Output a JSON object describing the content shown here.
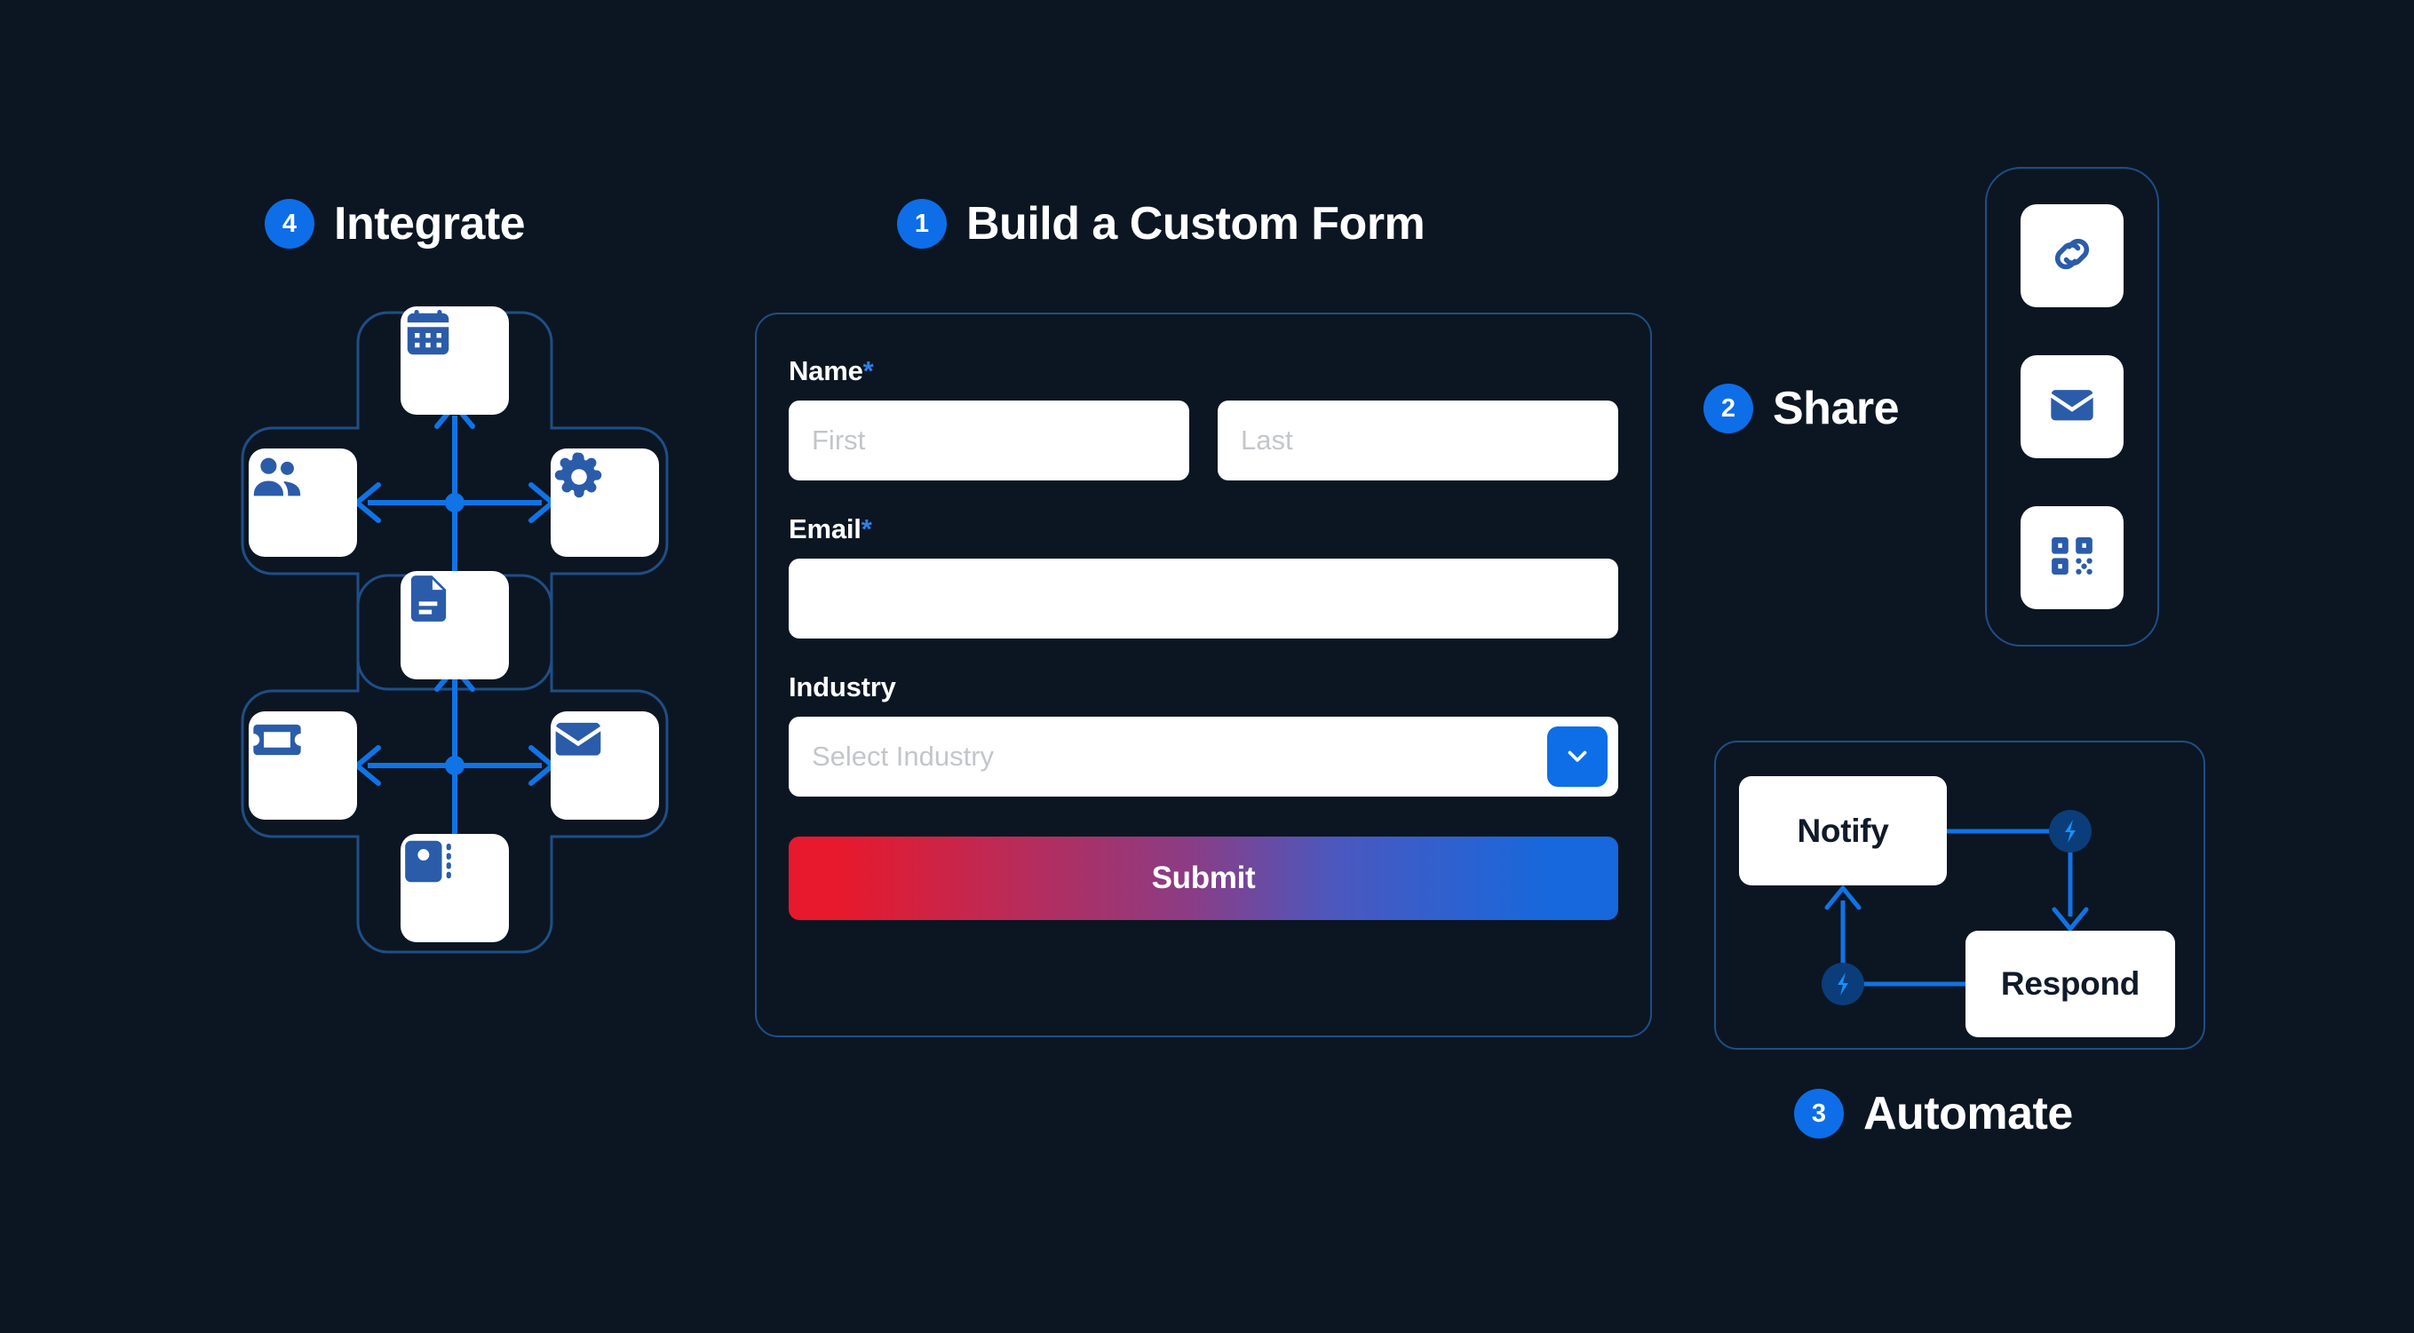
{
  "background_color": "#0c1622",
  "accent_blue": "#0d6ee8",
  "icon_blue": "#2a5caa",
  "outline_blue": "#1f4e86",
  "sections": {
    "build": {
      "step": "1",
      "title": "Build a Custom Form"
    },
    "share": {
      "step": "2",
      "title": "Share"
    },
    "automate": {
      "step": "3",
      "title": "Automate"
    },
    "integrate": {
      "step": "4",
      "title": "Integrate"
    }
  },
  "form": {
    "name": {
      "label": "Name",
      "required_mark": "*",
      "first_placeholder": "First",
      "first_value": "",
      "last_placeholder": "Last",
      "last_value": ""
    },
    "email": {
      "label": "Email",
      "required_mark": "*",
      "placeholder": "",
      "value": ""
    },
    "industry": {
      "label": "Industry",
      "placeholder": "Select Industry",
      "selected": "Select Industry",
      "chevron_icon": "chevron-down-icon"
    },
    "submit_label": "Submit",
    "submit_gradient_from": "#e8192c",
    "submit_gradient_to": "#1668dc"
  },
  "share_icons": [
    {
      "name": "link-icon"
    },
    {
      "name": "envelope-icon"
    },
    {
      "name": "qr-code-icon"
    }
  ],
  "integrate_icons": [
    {
      "name": "calendar-icon",
      "position": "top-cluster-center"
    },
    {
      "name": "people-icon",
      "position": "upper-left"
    },
    {
      "name": "gear-icon",
      "position": "upper-right"
    },
    {
      "name": "document-icon",
      "position": "middle-center"
    },
    {
      "name": "ticket-icon",
      "position": "lower-left"
    },
    {
      "name": "envelope-icon",
      "position": "lower-right"
    },
    {
      "name": "contact-card-icon",
      "position": "bottom-center"
    }
  ],
  "automate": {
    "nodes": [
      {
        "label": "Notify"
      },
      {
        "label": "Respond"
      }
    ],
    "connector_icon": "lightning-bolt-icon",
    "connector_count": 2
  }
}
